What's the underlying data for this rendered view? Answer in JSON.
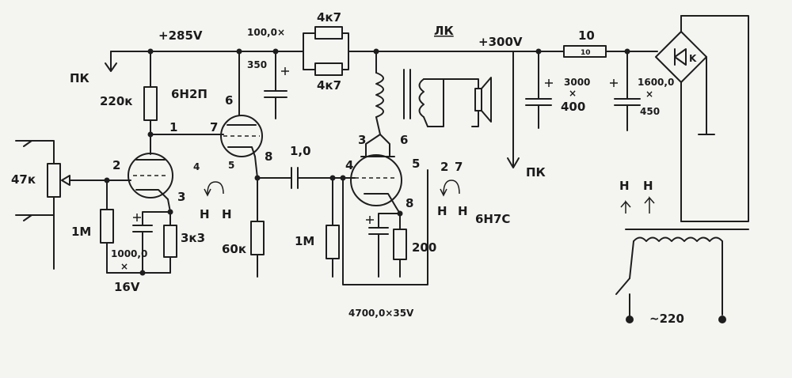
{
  "rails": {
    "b_plus_285": "+285V",
    "b_plus_300": "+300V",
    "pk_left": "ПК",
    "pk_right": "ПК",
    "lk": "ЛК"
  },
  "driver": {
    "tube": "6Н2П",
    "pin_anode": "6",
    "pin_heater_1": "1",
    "pin_grid": "2",
    "pin_cathode": "3",
    "pin_heater_4": "4",
    "pin_heater_5": "5",
    "pin_7": "7",
    "pin_8": "8",
    "anode_resistor": "220к",
    "volume_pot": "47к",
    "grid_resistor": "1М",
    "cathode_cap_value": "1000,0",
    "cathode_cap_x": "×",
    "cathode_cap_voltage": "16V",
    "cathode_resistor": "3к3",
    "cathode_follower_resistor": "60к",
    "heater_h1": "H",
    "heater_h2": "H"
  },
  "supply": {
    "filter_cap_value": "100,0×",
    "filter_cap_voltage": "350",
    "dropping_res_1": "4к7",
    "dropping_res_2": "4к7",
    "main_cap_1_value": "3000",
    "main_cap_1_x": "×",
    "main_cap_1_voltage": "400",
    "series_resistor": "10",
    "series_resistor_inner": "10",
    "main_cap_2_value": "1600,0",
    "main_cap_2_x": "×",
    "main_cap_2_voltage": "450",
    "bridge_label": "K",
    "mains": "~220",
    "heater_h1": "H",
    "heater_h2": "H"
  },
  "output": {
    "tube": "6Н7С",
    "coupling_cap": "1,0",
    "grid_resistor": "1М",
    "pin_3": "3",
    "pin_6": "6",
    "pin_4": "4",
    "pin_5": "5",
    "pin_2": "2",
    "pin_7": "7",
    "pin_8": "8",
    "cathode_resistor": "200",
    "cathode_cap": "4700,0×35V",
    "heater_h1": "H",
    "heater_h2": "H"
  }
}
